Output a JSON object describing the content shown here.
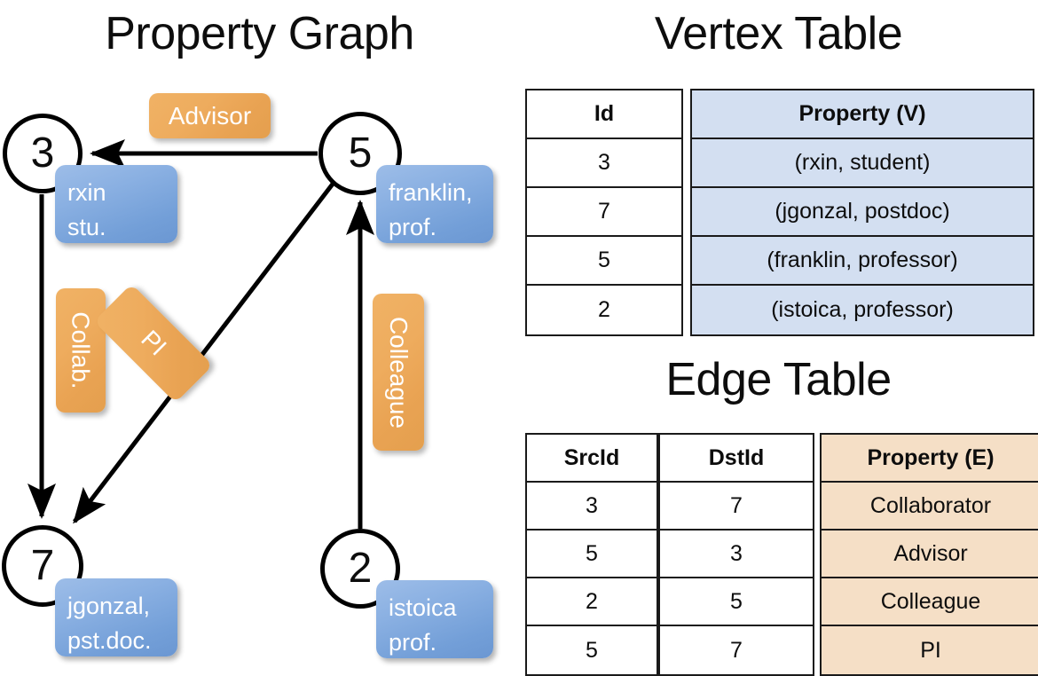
{
  "titles": {
    "property_graph": "Property Graph",
    "vertex_table": "Vertex Table",
    "edge_table": "Edge Table"
  },
  "graph": {
    "vertices": [
      {
        "id": "3",
        "prop_line1": "rxin",
        "prop_line2": "stu."
      },
      {
        "id": "5",
        "prop_line1": "franklin,",
        "prop_line2": "prof."
      },
      {
        "id": "7",
        "prop_line1": "jgonzal,",
        "prop_line2": "pst.doc."
      },
      {
        "id": "2",
        "prop_line1": "istoica",
        "prop_line2": "prof."
      }
    ],
    "edge_labels": {
      "advisor": "Advisor",
      "collab": "Collab.",
      "pi": "PI",
      "colleague": "Colleague"
    },
    "edges": [
      {
        "from": "5",
        "to": "3",
        "label": "Advisor"
      },
      {
        "from": "3",
        "to": "7",
        "label": "Collab."
      },
      {
        "from": "5",
        "to": "7",
        "label": "PI"
      },
      {
        "from": "2",
        "to": "5",
        "label": "Colleague"
      }
    ]
  },
  "vertex_table": {
    "headers": [
      "Id",
      "Property (V)"
    ],
    "rows": [
      {
        "id": "3",
        "property": "(rxin, student)"
      },
      {
        "id": "7",
        "property": "(jgonzal, postdoc)"
      },
      {
        "id": "5",
        "property": "(franklin, professor)"
      },
      {
        "id": "2",
        "property": "(istoica, professor)"
      }
    ]
  },
  "edge_table": {
    "headers": [
      "SrcId",
      "DstId",
      "Property (E)"
    ],
    "rows": [
      {
        "src": "3",
        "dst": "7",
        "property": "Collaborator"
      },
      {
        "src": "5",
        "dst": "3",
        "property": "Advisor"
      },
      {
        "src": "2",
        "dst": "5",
        "property": "Colleague"
      },
      {
        "src": "5",
        "dst": "7",
        "property": "PI"
      }
    ]
  },
  "colors": {
    "vertex_property_fill": "#8ab0e2",
    "edge_label_fill": "#eeac5e",
    "vertex_table_highlight": "#d3dff1",
    "edge_table_highlight": "#f5dfc6",
    "stroke": "#000000"
  }
}
